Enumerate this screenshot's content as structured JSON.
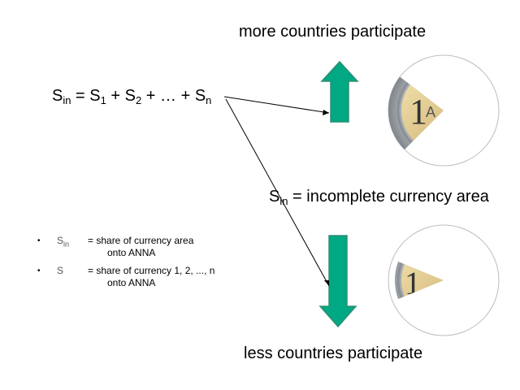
{
  "top_label": "more countries participate",
  "bottom_label": "less countries participate",
  "formula": {
    "lhs_symbol": "S",
    "lhs_sub": "in",
    "eq": " = ",
    "t1": "S",
    "t1_sub": "1",
    "plus1": " + ",
    "t2": "S",
    "t2_sub": "2",
    "plus2": " + … + ",
    "tn": "S",
    "tn_sub": "n"
  },
  "middle_label": {
    "symbol": "S",
    "sub": "in",
    "text": " = incomplete currency area"
  },
  "bullets": [
    {
      "dot": "•",
      "symbol": "S",
      "sub": "in",
      "definition": "= share of currency area",
      "continuation": "onto ANNA"
    },
    {
      "dot": "•",
      "symbol": "S",
      "sub": "",
      "definition": "= share of currency 1, 2, ..., n",
      "continuation": "onto ANNA"
    }
  ],
  "coin_text": {
    "numeral": "1",
    "letter": "A"
  },
  "colors": {
    "arrow_fill": "#00a884",
    "arrow_stroke": "#2e8f72",
    "circle_stroke": "#b8b8b8",
    "coin_silver": "#c8ccd0",
    "coin_gold": "#e0c98a"
  },
  "coin_fractions": {
    "top_visible_fraction": 0.28,
    "bottom_visible_fraction": 0.08
  }
}
